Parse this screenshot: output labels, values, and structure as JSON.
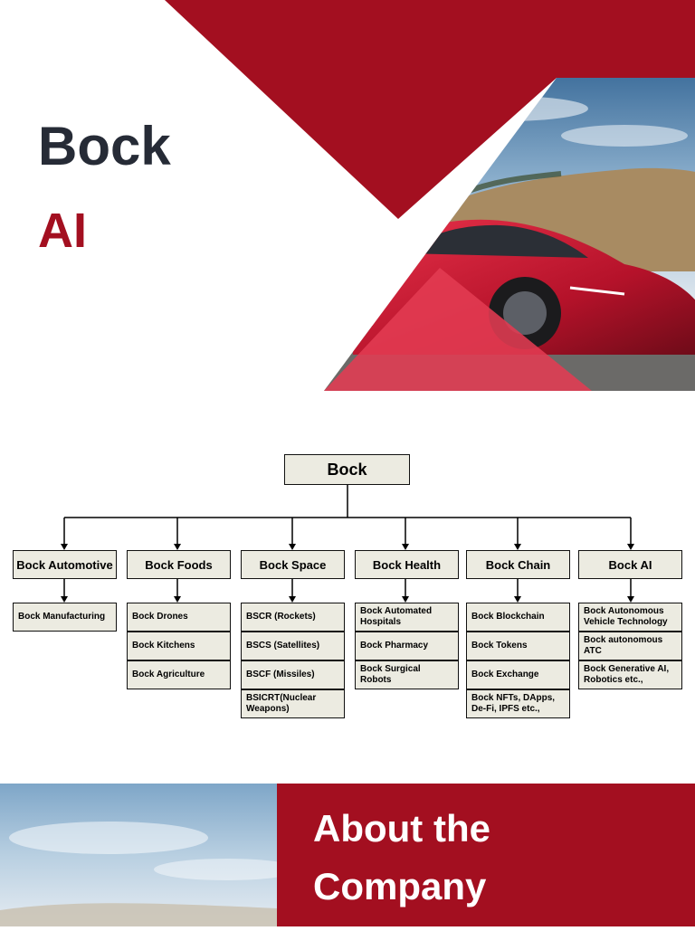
{
  "cover": {
    "title_line1": "Bock",
    "title_line2": "AI",
    "accent_color": "#a30f20",
    "title_dark_color": "#262b36"
  },
  "chart": {
    "root": "Bock",
    "divisions": [
      {
        "name": "Bock Automotive",
        "items": [
          "Bock Manufacturing"
        ]
      },
      {
        "name": "Bock Foods",
        "items": [
          "Bock Drones",
          "Bock Kitchens",
          "Bock Agriculture"
        ]
      },
      {
        "name": "Bock Space",
        "items": [
          "BSCR (Rockets)",
          "BSCS (Satellites)",
          "BSCF (Missiles)",
          "BSICRT(Nuclear Weapons)"
        ]
      },
      {
        "name": "Bock Health",
        "items": [
          "Bock Automated Hospitals",
          "Bock Pharmacy",
          "Bock Surgical Robots"
        ]
      },
      {
        "name": "Bock Chain",
        "items": [
          "Bock Blockchain",
          "Bock Tokens",
          "Bock Exchange",
          "Bock NFTs, DApps, De-Fi, IPFS etc.,"
        ]
      },
      {
        "name": "Bock AI",
        "items": [
          "Bock Autonomous Vehicle Technology",
          "Bock autonomous ATC",
          "Bock Generative AI, Robotics etc.,"
        ]
      }
    ]
  },
  "about": {
    "line1": "About the",
    "line2": "Company"
  }
}
